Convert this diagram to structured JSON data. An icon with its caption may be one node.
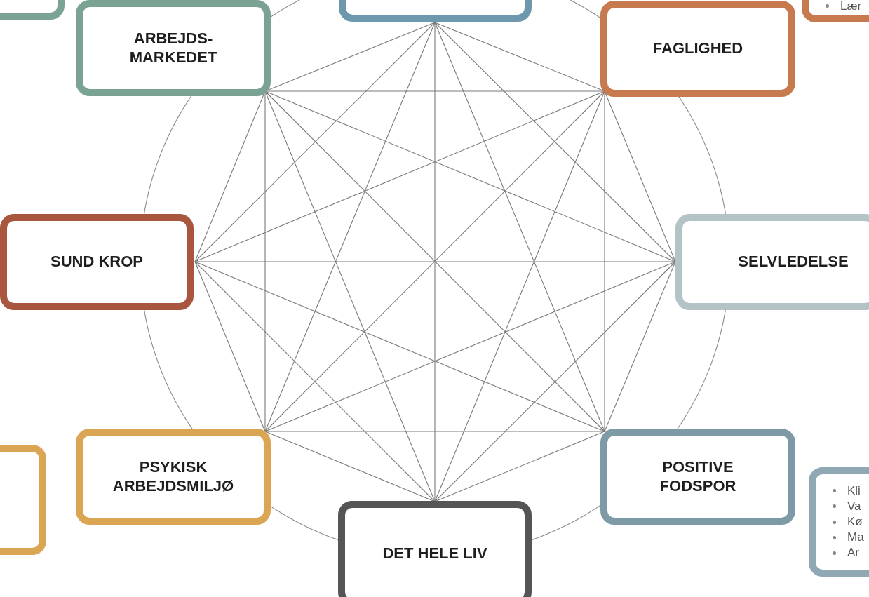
{
  "diagram": {
    "nodes": [
      {
        "text": [],
        "shape": "box"
      },
      {
        "text": [],
        "shape": "box"
      },
      {
        "text": [
          "Lær"
        ]
      },
      {
        "text": [
          "ARBEJDS- MARKEDET"
        ]
      },
      {
        "text": [
          "FAGLIGHED"
        ]
      },
      {
        "text": [
          "SUND KROP"
        ]
      },
      {
        "text": [
          "SELVLEDELSE"
        ]
      },
      {
        "text": [],
        "shape": "box"
      },
      {
        "text": [
          "PSYKISK ARBEJDSMILJØ"
        ]
      },
      {
        "text": [
          "POSITIVE FODSPOR"
        ]
      },
      {
        "text": [
          "Kli",
          "Va",
          "Kø",
          "Ma",
          "Ar"
        ]
      },
      {
        "text": [
          "DET HELE LIV"
        ]
      }
    ],
    "edges": [
      {
        "from": 1,
        "to": 3,
        "arrow": "none"
      },
      {
        "from": 1,
        "to": 4,
        "arrow": "none"
      },
      {
        "from": 1,
        "to": 5,
        "arrow": "none"
      },
      {
        "from": 1,
        "to": 6,
        "arrow": "none"
      },
      {
        "from": 1,
        "to": 8,
        "arrow": "none"
      },
      {
        "from": 1,
        "to": 9,
        "arrow": "none"
      },
      {
        "from": 1,
        "to": 11,
        "arrow": "none"
      },
      {
        "from": 3,
        "to": 4,
        "arrow": "none"
      },
      {
        "from": 3,
        "to": 5,
        "arrow": "none"
      },
      {
        "from": 3,
        "to": 6,
        "arrow": "none"
      },
      {
        "from": 3,
        "to": 8,
        "arrow": "none"
      },
      {
        "from": 3,
        "to": 9,
        "arrow": "none"
      },
      {
        "from": 3,
        "to": 11,
        "arrow": "none"
      },
      {
        "from": 4,
        "to": 5,
        "arrow": "none"
      },
      {
        "from": 4,
        "to": 6,
        "arrow": "none"
      },
      {
        "from": 4,
        "to": 8,
        "arrow": "none"
      },
      {
        "from": 4,
        "to": 9,
        "arrow": "none"
      },
      {
        "from": 4,
        "to": 11,
        "arrow": "none"
      },
      {
        "from": 5,
        "to": 6,
        "arrow": "none"
      },
      {
        "from": 5,
        "to": 8,
        "arrow": "none"
      },
      {
        "from": 5,
        "to": 9,
        "arrow": "none"
      },
      {
        "from": 5,
        "to": 11,
        "arrow": "none"
      },
      {
        "from": 6,
        "to": 8,
        "arrow": "none"
      },
      {
        "from": 6,
        "to": 9,
        "arrow": "none"
      },
      {
        "from": 6,
        "to": 11,
        "arrow": "none"
      },
      {
        "from": 8,
        "to": 9,
        "arrow": "none"
      },
      {
        "from": 8,
        "to": 11,
        "arrow": "none"
      },
      {
        "from": 9,
        "to": 11,
        "arrow": "none"
      }
    ]
  }
}
